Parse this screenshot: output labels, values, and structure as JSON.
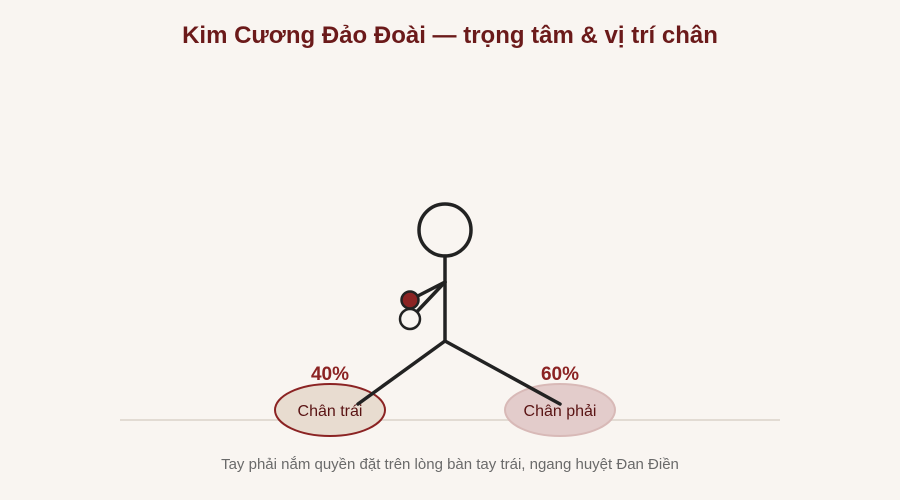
{
  "title": "Kim Cương Đảo Đoài — trọng tâm & vị trí chân",
  "caption": "Tay phải nắm quyền đặt trên lòng bàn tay trái, ngang huyệt Đan Điền",
  "feet": {
    "left": {
      "label": "Chân trái",
      "weight_pct": 40,
      "weight_text": "40%"
    },
    "right": {
      "label": "Chân phải",
      "weight_pct": 60,
      "weight_text": "60%"
    }
  },
  "colors": {
    "background": "#f9f5f1",
    "title": "#6b1a1a",
    "accent": "#8b2323",
    "figure": "#222222",
    "left_foot_fill": "#e8dcd0",
    "right_foot_fill": "#e3cccb",
    "ground": "#e2dbd3",
    "caption": "#6a6a6a"
  }
}
